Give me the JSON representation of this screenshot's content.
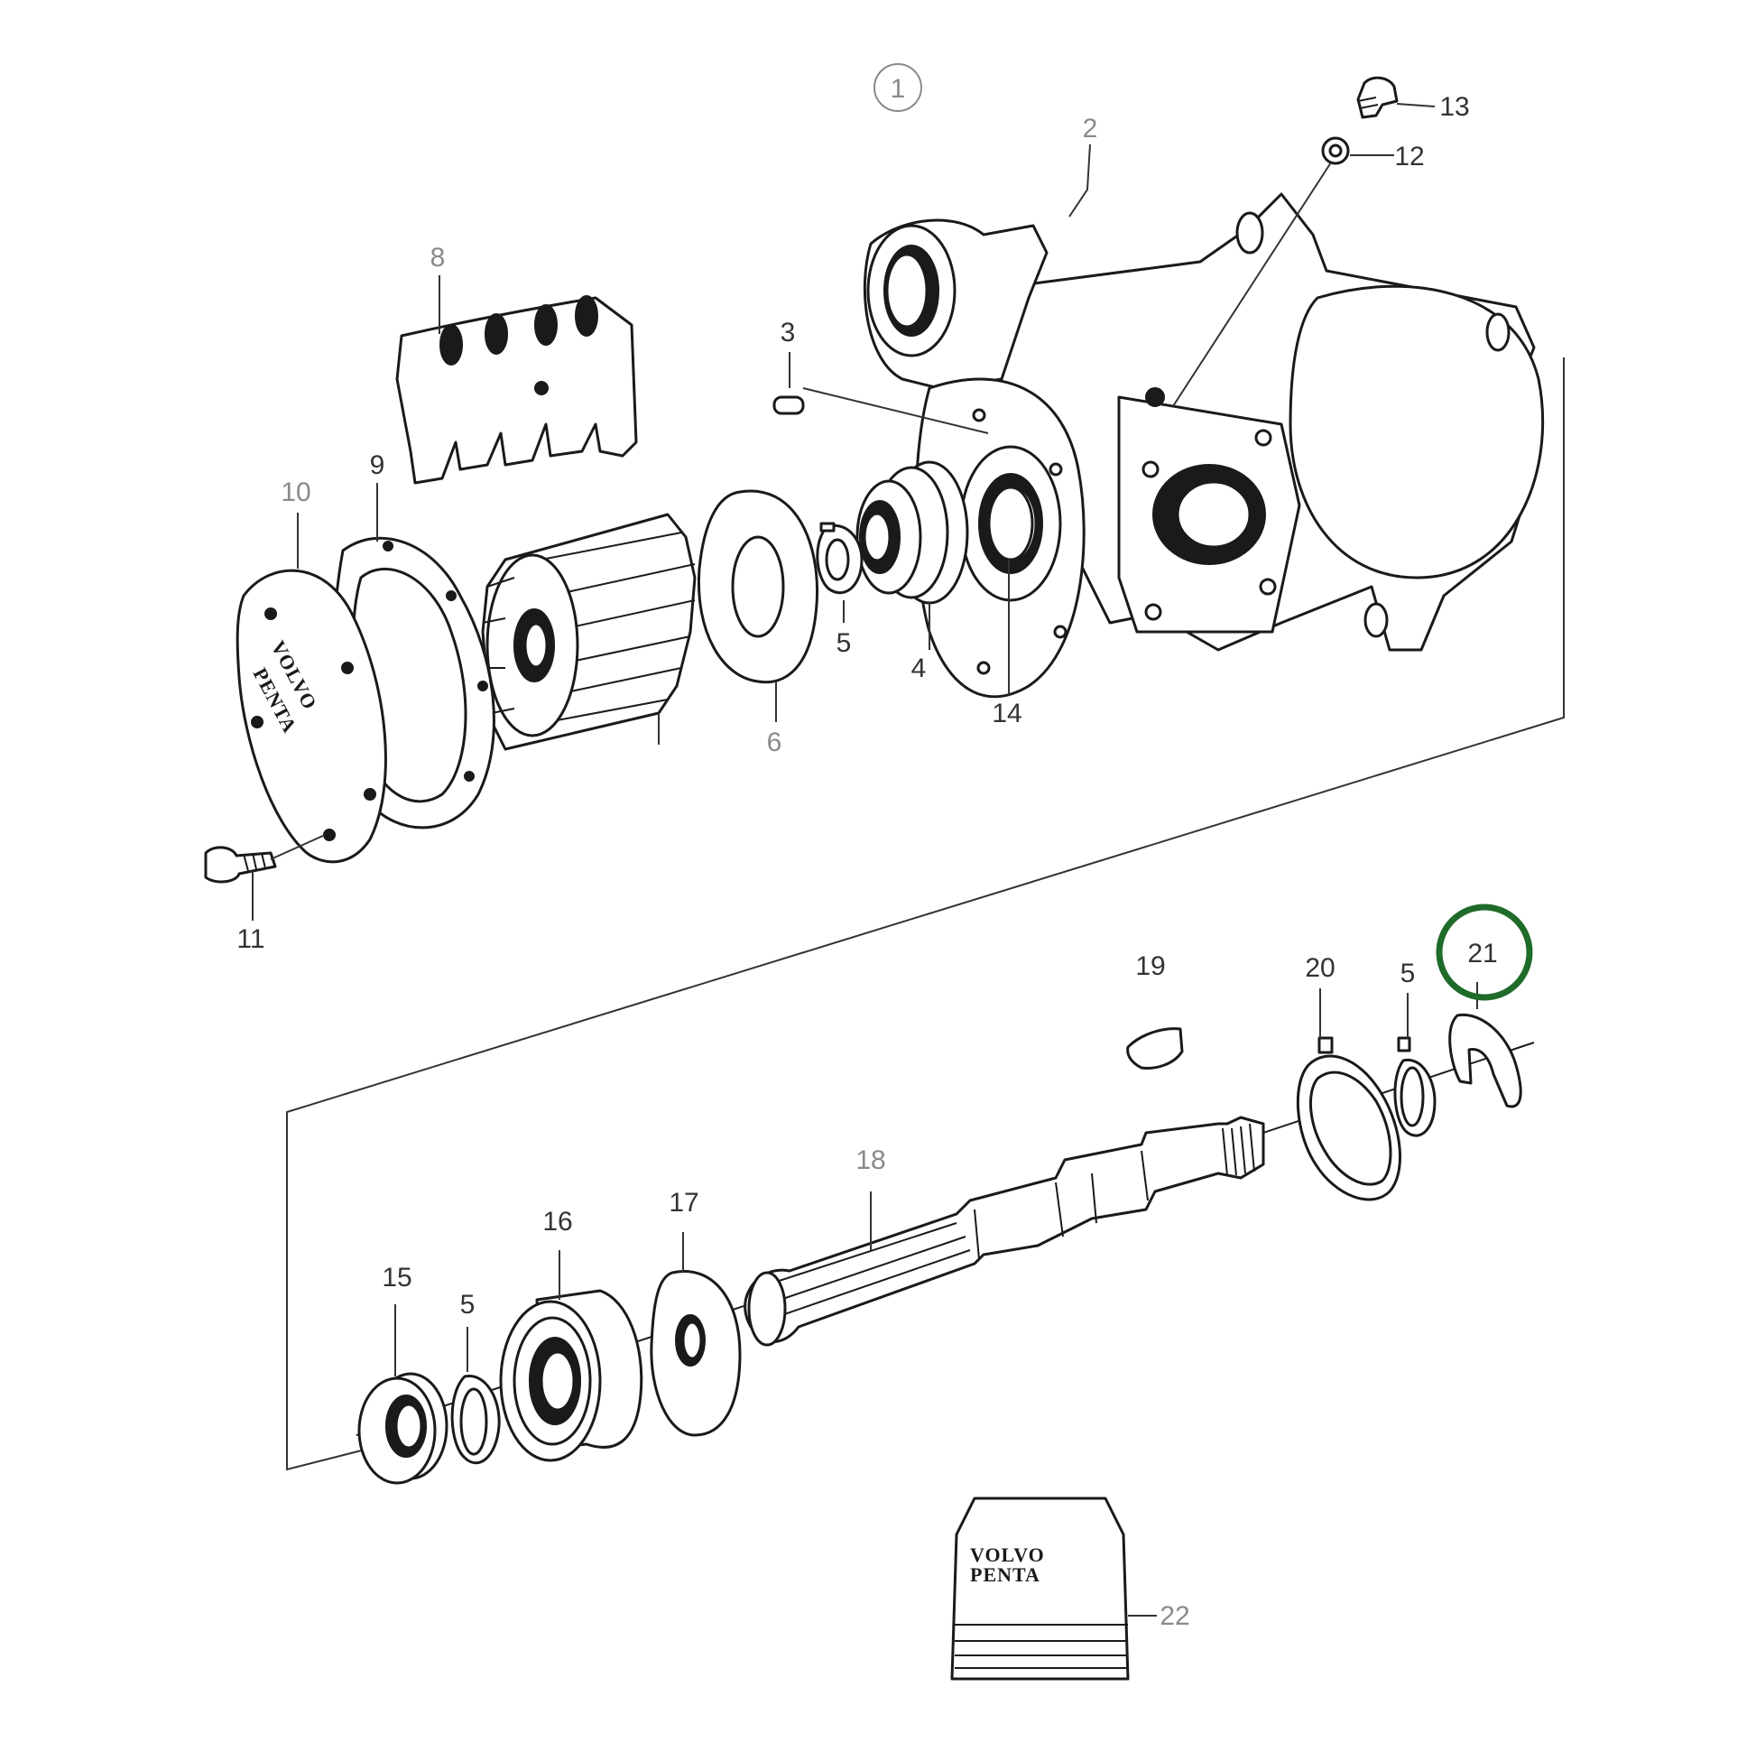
{
  "brand_text": [
    "VOLVO",
    "PENTA"
  ],
  "colors": {
    "line": "#1a1a1a",
    "highlight": "#1e6b2a"
  },
  "callouts": {
    "c1": "1",
    "c2": "2",
    "c3": "3",
    "c4": "4",
    "c5a": "5",
    "c5b": "5",
    "c5c": "5",
    "c6": "6",
    "c8": "8",
    "c9": "9",
    "c10": "10",
    "c11": "11",
    "c12": "12",
    "c13": "13",
    "c14": "14",
    "c15": "15",
    "c16": "16",
    "c17": "17",
    "c18": "18",
    "c19": "19",
    "c20": "20",
    "c21": "21",
    "c22": "22"
  },
  "highlighted_callout": "21"
}
